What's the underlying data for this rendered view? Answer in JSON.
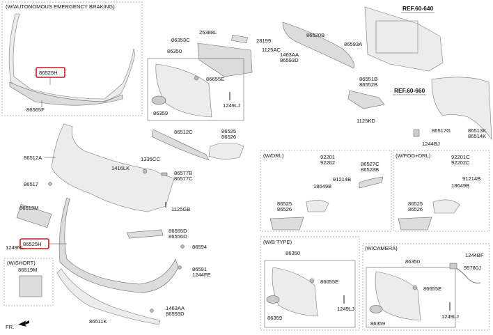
{
  "boxes": {
    "aeb": "(W/AUTONOMOUS EMERGENCY BRAKING)",
    "short": "(W/SHORT)",
    "drl": "(W/DRL)",
    "fog_drl": "(W/FOG+DRL)",
    "b_type": "(W/B TYPE)",
    "camera": "(W/CAMERA)"
  },
  "refs": {
    "upper": "REF.60-640",
    "lower": "REF.60-660"
  },
  "labels": {
    "aeb_86525h": "86525H",
    "aeb_86565f": "86565F",
    "l_86512a": "86512A",
    "l_86517": "86517",
    "l_86519m": "86519M",
    "l_1249nl": "1249NL",
    "l_86525h": "86525H",
    "short_86519m": "86519M",
    "l_86511k": "86511K",
    "l_1416lk": "1416LK",
    "l_1335cc": "1335CC",
    "l_86577b": "86577B",
    "l_86577c": "86577C",
    "l_1125gb": "1125GB",
    "l_86555d": "86555D",
    "l_86556d": "86556D",
    "l_86594": "86594",
    "l_86591": "86591",
    "l_1244fe": "1244FE",
    "l_1463aa_b": "1463AA",
    "l_86593d_b": "86593D",
    "l_86512c": "86512C",
    "l_86525_m": "86525",
    "l_86526_m": "86526",
    "l_25388l": "25388L",
    "l_86353c": "86353C",
    "l_28199": "28199",
    "l_1125ac": "1125AC",
    "l_1463aa": "1463AA",
    "l_86593d": "86593D",
    "l_86350": "86350",
    "l_86655e": "86655E",
    "l_86359": "86359",
    "l_1249lj": "1249LJ",
    "l_86520b": "86520B",
    "l_86593a": "86593A",
    "l_86551b": "86551B",
    "l_86552b": "86552B",
    "l_1125kd": "1125KD",
    "l_86517g": "86517G",
    "l_86513k": "86513K",
    "l_86514k": "86514K",
    "l_1244bj": "1244BJ",
    "drl_92201": "92201",
    "drl_92202": "92202",
    "drl_86527c": "86527C",
    "drl_86528b": "86528B",
    "drl_91214b": "91214B",
    "drl_18649b": "18649B",
    "drl_86525": "86525",
    "drl_86526": "86526",
    "fog_92201c": "92201C",
    "fog_92202c": "92202C",
    "fog_91214b": "91214B",
    "fog_18649b": "18649B",
    "fog_86525": "86525",
    "fog_86526": "86526",
    "b_86350": "86350",
    "b_86655e": "86655E",
    "b_86359": "86359",
    "b_1249lj": "1249LJ",
    "c_86350": "86350",
    "c_1244bf": "1244BF",
    "c_95780j": "95780J",
    "c_86655e": "86655E",
    "c_86359": "86359",
    "c_1249lj": "1249LJ",
    "fr": "FR."
  }
}
